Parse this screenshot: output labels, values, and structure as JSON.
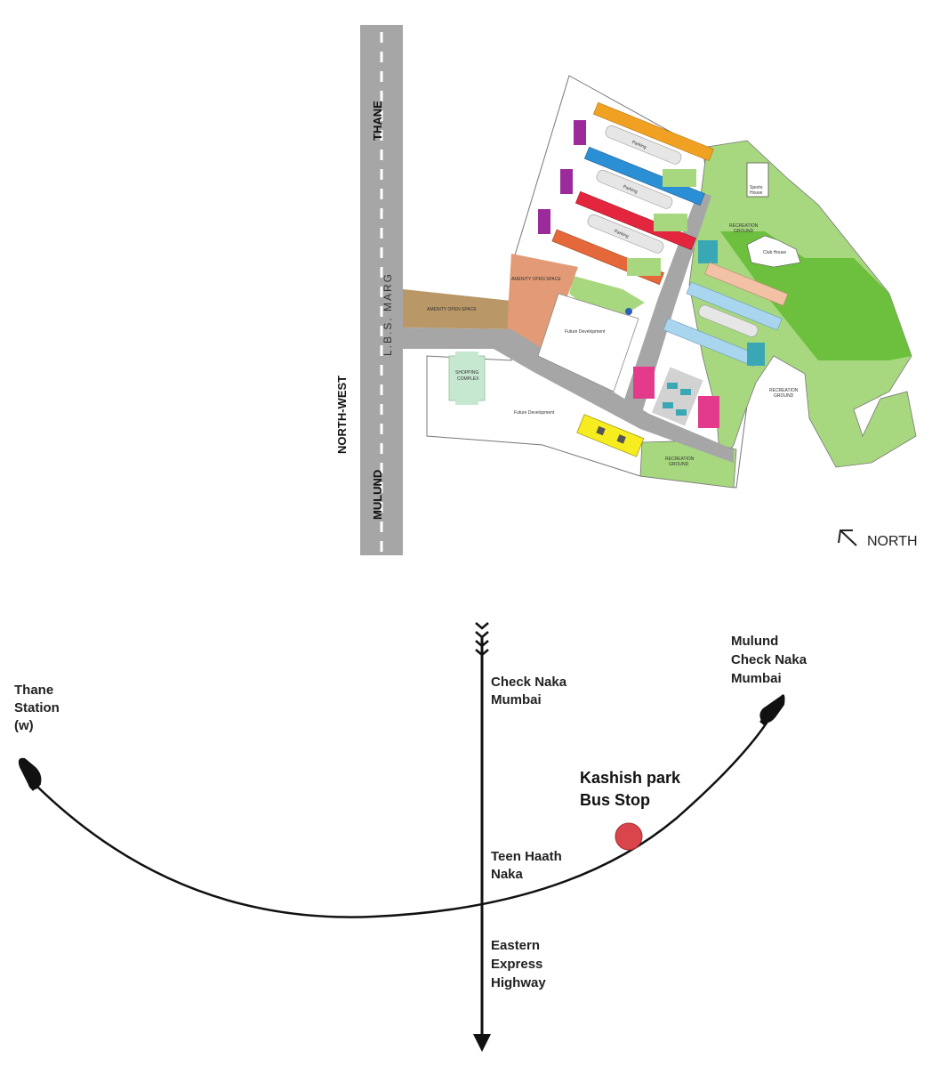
{
  "site_plan": {
    "road_top_label": "THANE",
    "road_mid_label": "L.B.S. MARG",
    "road_bottom_label": "MULUND",
    "road_side_label": "NORTH-WEST",
    "north_label": "NORTH",
    "areas": {
      "amenity_open_space_1": "AMENITY OPEN SPACE",
      "amenity_open_space_2": "AMENITY OPEN SPACE",
      "future_development_1": "Future Development",
      "future_development_2": "Future Development",
      "shopping_complex_1": "SHOPPING",
      "shopping_complex_2": "COMPLEX",
      "sports_house_1": "Sports",
      "sports_house_2": "House",
      "club_house": "Club House",
      "recreation_ground_top_1": "RECREATION",
      "recreation_ground_top_2": "GROUND",
      "recreation_ground_right_1": "RECREATION",
      "recreation_ground_right_2": "GROUND",
      "recreation_ground_bottom_1": "RECREATION",
      "recreation_ground_bottom_2": "GROUND",
      "parking": "Parking"
    },
    "colors": {
      "road": "#a6a6a6",
      "green_dark": "#6dbf3e",
      "green_light": "#a7d87f",
      "amenity_brown": "#b99766",
      "amenity_orange": "#e39b77",
      "building_orange": "#f0a122",
      "building_blue": "#2b8fd6",
      "building_red": "#e3263d",
      "building_rust": "#e5683a",
      "building_purple": "#9b2a9a",
      "building_lightblue": "#a9d6ee",
      "building_peach": "#f2c1a6",
      "building_teal": "#3aa7b4",
      "building_magenta": "#e33a8c",
      "building_yellow": "#f7ec1f"
    }
  },
  "route_map": {
    "thane_station": [
      "Thane",
      "Station",
      "(w)"
    ],
    "mulund_check_naka": [
      "Mulund",
      "Check Naka",
      "Mumbai"
    ],
    "check_naka_mumbai": [
      "Check Naka",
      "Mumbai"
    ],
    "teen_haath_naka": [
      "Teen Haath",
      "Naka"
    ],
    "eastern_express_highway": [
      "Eastern",
      "Express",
      "Highway"
    ],
    "kashish_park": [
      "Kashish park",
      "Bus Stop"
    ],
    "marker_color": "#d9454a"
  }
}
